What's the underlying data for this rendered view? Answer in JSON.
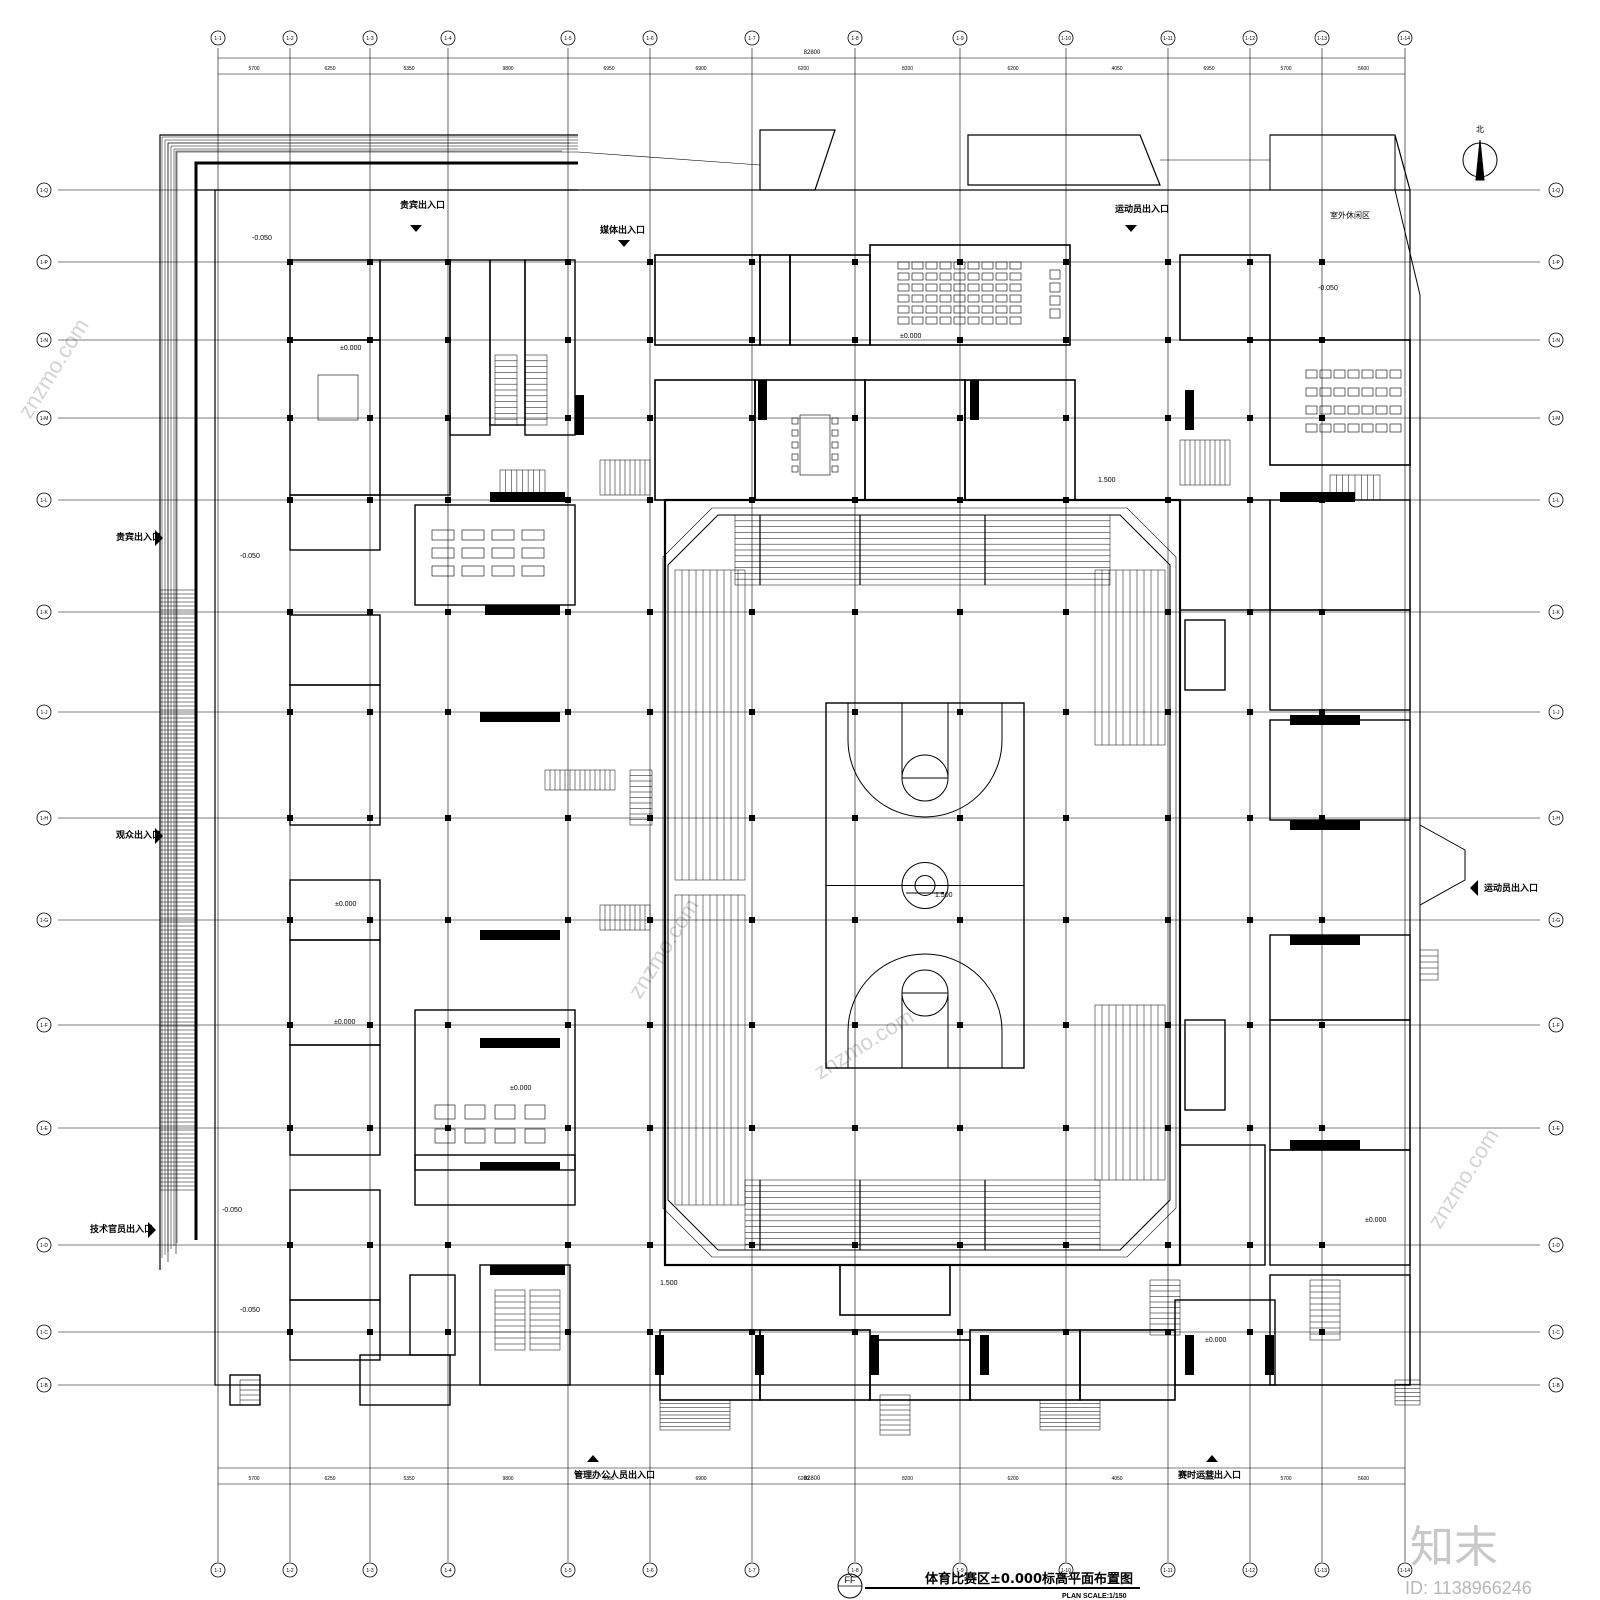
{
  "drawing": {
    "title": "体育比赛区±0.000标高平面布置图",
    "scale_note": "PLAN SCALE:1/150",
    "symbol": "FF",
    "north_label": "北"
  },
  "grid": {
    "columns": [
      "1-1",
      "1-2",
      "1-3",
      "1-4",
      "1-5",
      "1-6",
      "1-7",
      "1-8",
      "1-9",
      "1-10",
      "1-11",
      "1-12",
      "1-13",
      "1-14"
    ],
    "rows": [
      "1-Q",
      "1-P",
      "1-N",
      "1-M",
      "1-L",
      "1-K",
      "1-J",
      "1-H",
      "1-G",
      "1-F",
      "1-E",
      "1-D",
      "1-C",
      "1-B"
    ],
    "top_dims": [
      "5700",
      "6250",
      "5350",
      "9800",
      "6950",
      "6900",
      "6200",
      "8200",
      "6200",
      "4050",
      "6950",
      "5700",
      "5600"
    ],
    "total_dim": "82800"
  },
  "entrances": {
    "vip": "贵宾出入口",
    "media_top": "媒体出入口",
    "athlete_top": "运动员出入口",
    "vip_west": "贵宾出入口",
    "spectator": "观众出入口",
    "athlete_east": "运动员出入口",
    "tech": "技术官员出入口",
    "admin": "管理办公人员出入口",
    "temp": "赛时运营出入口",
    "outdoor_rest": "室外休闲区"
  },
  "levels": {
    "court": "1.500",
    "zero": "±0.000",
    "minus": "-0.050",
    "plus15": "1.500"
  },
  "watermark": {
    "brand": "知末",
    "id": "ID: 1138966246",
    "site": "znzmo.com"
  }
}
